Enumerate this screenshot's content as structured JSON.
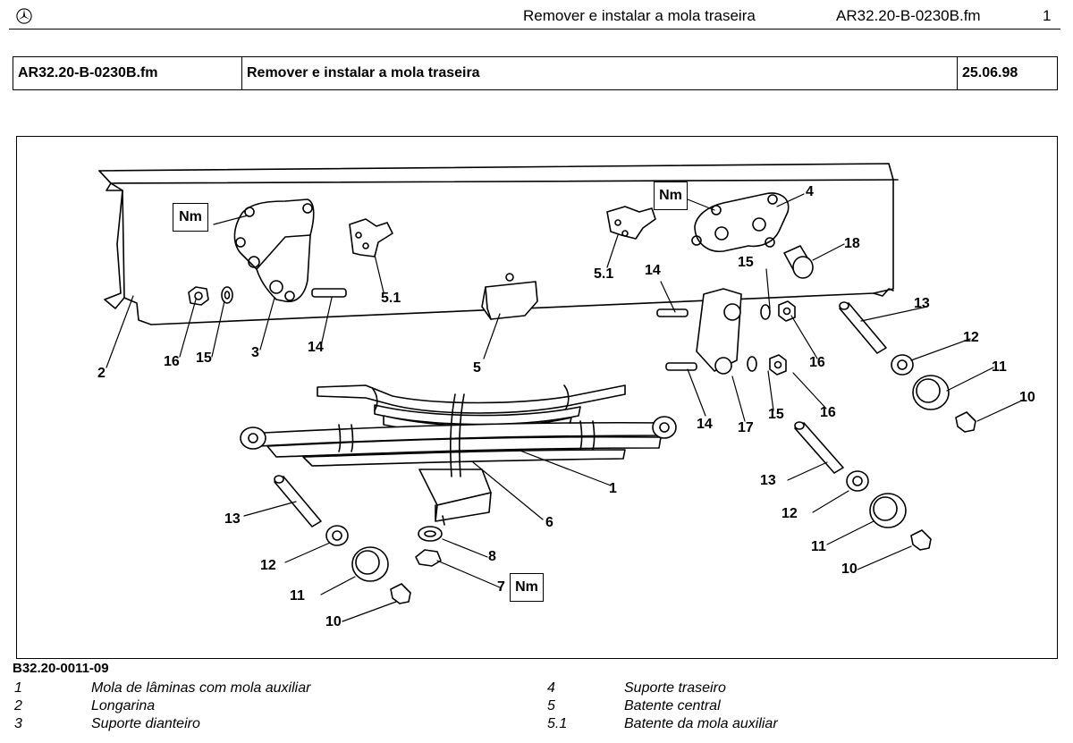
{
  "header": {
    "title": "Remover e instalar a mola traseira",
    "file": "AR32.20-B-0230B.fm",
    "page": "1"
  },
  "doc_table": {
    "file": "AR32.20-B-0230B.fm",
    "title": "Remover e instalar a mola traseira",
    "date": "25.06.98"
  },
  "figure": {
    "torque_label": "Nm",
    "callouts": [
      "1",
      "2",
      "3",
      "4",
      "5",
      "5.1",
      "5.1",
      "6",
      "7",
      "8",
      "10",
      "10",
      "10",
      "11",
      "11",
      "11",
      "12",
      "12",
      "12",
      "13",
      "13",
      "13",
      "14",
      "14",
      "14",
      "15",
      "15",
      "15",
      "16",
      "16",
      "16",
      "17",
      "18"
    ],
    "code": "B32.20-0011-09"
  },
  "legend": [
    {
      "num": "1",
      "text": "Mola de lâminas com mola auxiliar"
    },
    {
      "num": "2",
      "text": "Longarina"
    },
    {
      "num": "3",
      "text": "Suporte dianteiro"
    },
    {
      "num": "4",
      "text": "Suporte traseiro"
    },
    {
      "num": "5",
      "text": "Batente central"
    },
    {
      "num": "5.1",
      "text": "Batente da mola auxiliar"
    }
  ],
  "icons": {
    "logo": "mercedes-star-icon"
  }
}
